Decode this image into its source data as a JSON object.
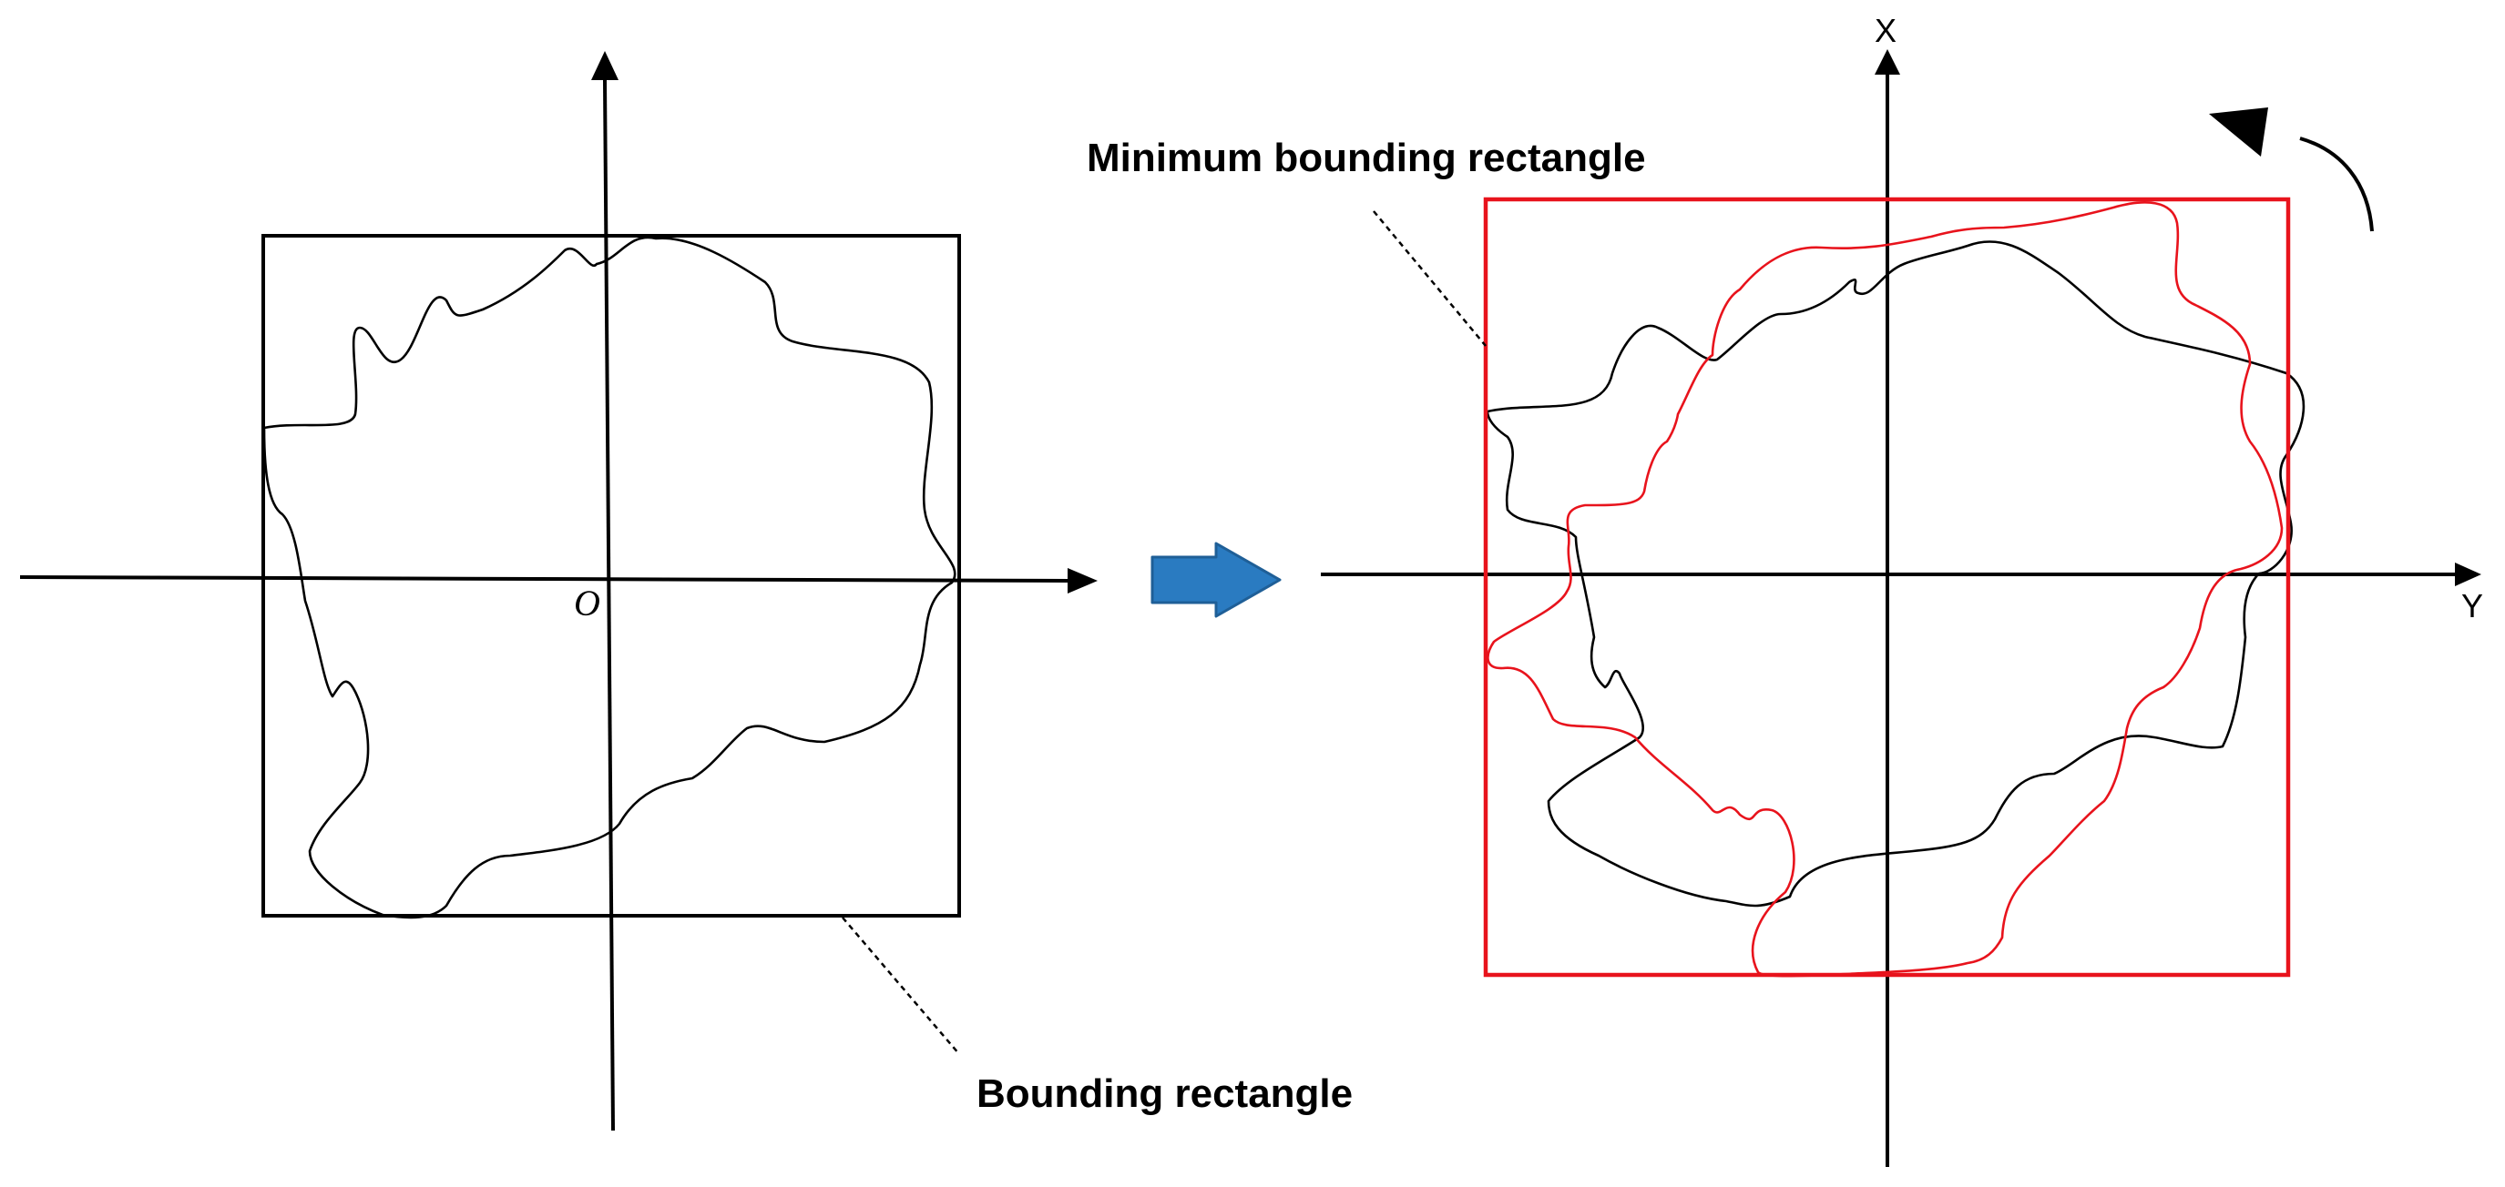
{
  "labels": {
    "origin": "O",
    "x_axis": "X",
    "y_axis": "Y",
    "minimum_bounding_rectangle": "Minimum bounding rectangle",
    "bounding_rectangle": "Bounding rectangle"
  },
  "colors": {
    "outline": "#000000",
    "minimum_rectangle": "#e8131c",
    "rotated_contour": "#e8131c",
    "transform_arrow": "#2a7bc1",
    "transform_arrow_border": "#1f5f97"
  },
  "icons": {
    "transform": "right-arrow-icon",
    "rotation": "counterclockwise-rotation-icon"
  }
}
